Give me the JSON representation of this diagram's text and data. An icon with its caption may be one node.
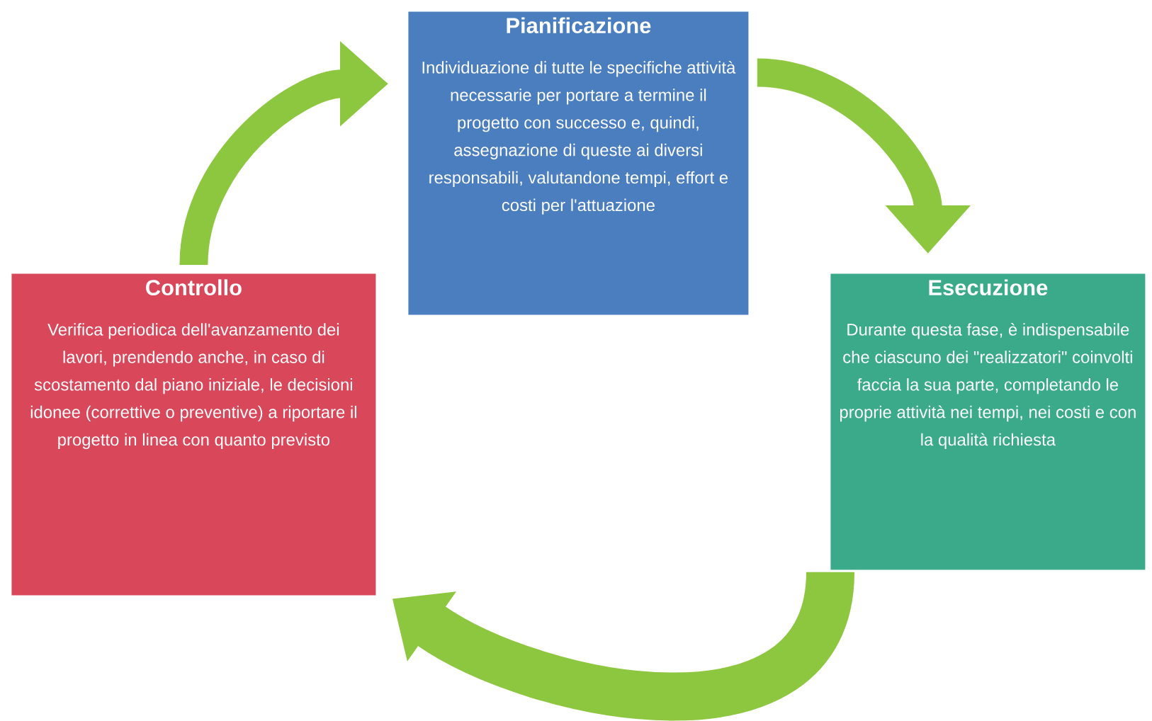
{
  "diagram": {
    "nodes": [
      {
        "text": [
          "Pianificazione",
          "Individuazione di tutte le specifiche attività necessarie per portare a termine il progetto con successo e, quindi, assegnazione di queste ai diversi responsabili, valutandone tempi, effort e costi per l'attuazione"
        ]
      },
      {
        "text": [
          "Controllo",
          "Verifica periodica dell'avanzamento dei lavori, prendendo anche, in caso di scostamento dal piano iniziale, le decisioni idonee (correttive o preventive) a riportare il progetto in linea con quanto previsto"
        ]
      },
      {
        "text": [
          "Esecuzione",
          "Durante questa fase, è indispensabile che ciascuno dei \"realizzatori\" coinvolti faccia la sua parte, completando le proprie attività nei tempi, nei costi e con la qualità richiesta"
        ]
      }
    ],
    "edges": [
      {
        "from": 1,
        "to": 0,
        "arrow": "to"
      },
      {
        "from": 0,
        "to": 2,
        "arrow": "to"
      },
      {
        "from": 2,
        "to": 1,
        "arrow": "to"
      }
    ]
  }
}
